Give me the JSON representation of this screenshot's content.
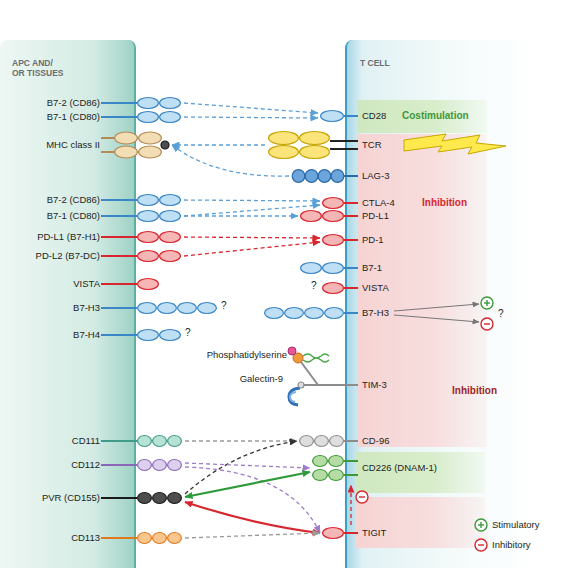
{
  "diagram": {
    "nodes": [
      {
        "text": [
          "APC AND/ OR TISSUES"
        ]
      },
      {
        "text": [
          "T CELL"
        ]
      },
      {
        "text": [
          "Costimulation"
        ],
        "in": 1
      },
      {
        "text": [
          "Inhibition",
          "Inhibition"
        ],
        "in": 1
      },
      {
        "text": [
          "B7-2 (CD86)"
        ]
      },
      {
        "text": [
          "B7-1 (CD80)"
        ]
      },
      {
        "text": [
          "MHC class II"
        ]
      },
      {
        "text": [
          "B7-2 (CD86)"
        ]
      },
      {
        "text": [
          "B7-1 (CD80)"
        ]
      },
      {
        "text": [
          "PD-L1 (B7-H1)"
        ]
      },
      {
        "text": [
          "PD-L2 (B7-DC)"
        ]
      },
      {
        "text": [
          "VISTA"
        ]
      },
      {
        "text": [
          "B7-H3"
        ]
      },
      {
        "text": [
          "B7-H4"
        ]
      },
      {
        "text": [
          "CD111"
        ]
      },
      {
        "text": [
          "CD112"
        ]
      },
      {
        "text": [
          "PVR (CD155)"
        ]
      },
      {
        "text": [
          "CD113"
        ]
      },
      {
        "text": [
          "CD28"
        ]
      },
      {
        "text": [
          "TCR"
        ]
      },
      {
        "text": [
          "LAG-3"
        ]
      },
      {
        "text": [
          "CTLA-4"
        ]
      },
      {
        "text": [
          "PD-L1"
        ]
      },
      {
        "text": [
          "PD-1"
        ]
      },
      {
        "text": [
          "B7-1"
        ]
      },
      {
        "text": [
          "VISTA"
        ]
      },
      {
        "text": [
          "B7-H3"
        ]
      },
      {
        "text": [
          "TIM-3"
        ]
      },
      {
        "text": [
          "CD-96"
        ]
      },
      {
        "text": [
          "CD226 (DNAM-1)"
        ]
      },
      {
        "text": [
          "TIGIT"
        ]
      }
    ],
    "edges": [
      {
        "from": 4,
        "to": 18,
        "arrow": "to"
      },
      {
        "from": 5,
        "to": 18,
        "arrow": "to"
      },
      {
        "from": 19,
        "to": 6,
        "arrow": "to"
      },
      {
        "from": 20,
        "to": 6,
        "arrow": "to"
      },
      {
        "from": 7,
        "to": 21,
        "arrow": "to"
      },
      {
        "from": 8,
        "to": 21,
        "arrow": "to"
      },
      {
        "from": 8,
        "to": 22,
        "arrow": "to"
      },
      {
        "from": 9,
        "to": 23,
        "arrow": "to"
      },
      {
        "from": 10,
        "to": 23,
        "arrow": "to"
      },
      {
        "from": 14,
        "to": 28,
        "arrow": "to"
      },
      {
        "from": 16,
        "to": 28,
        "arrow": "to"
      },
      {
        "from": 15,
        "to": 29,
        "arrow": "to"
      },
      {
        "from": 15,
        "to": 30,
        "arrow": "to"
      },
      {
        "from": 16,
        "to": 29,
        "arrow": "both"
      },
      {
        "from": 16,
        "to": 30,
        "arrow": "both"
      },
      {
        "from": 17,
        "to": 30,
        "arrow": "to"
      },
      {
        "from": 30,
        "to": 29,
        "arrow": "to"
      }
    ],
    "labels": [
      "?",
      "?",
      "?",
      "?",
      "Phosphatidylserine",
      "Galectin-9"
    ],
    "legend": [
      {
        "text": "Stimulatory"
      },
      {
        "text": "Inhibitory"
      }
    ]
  }
}
